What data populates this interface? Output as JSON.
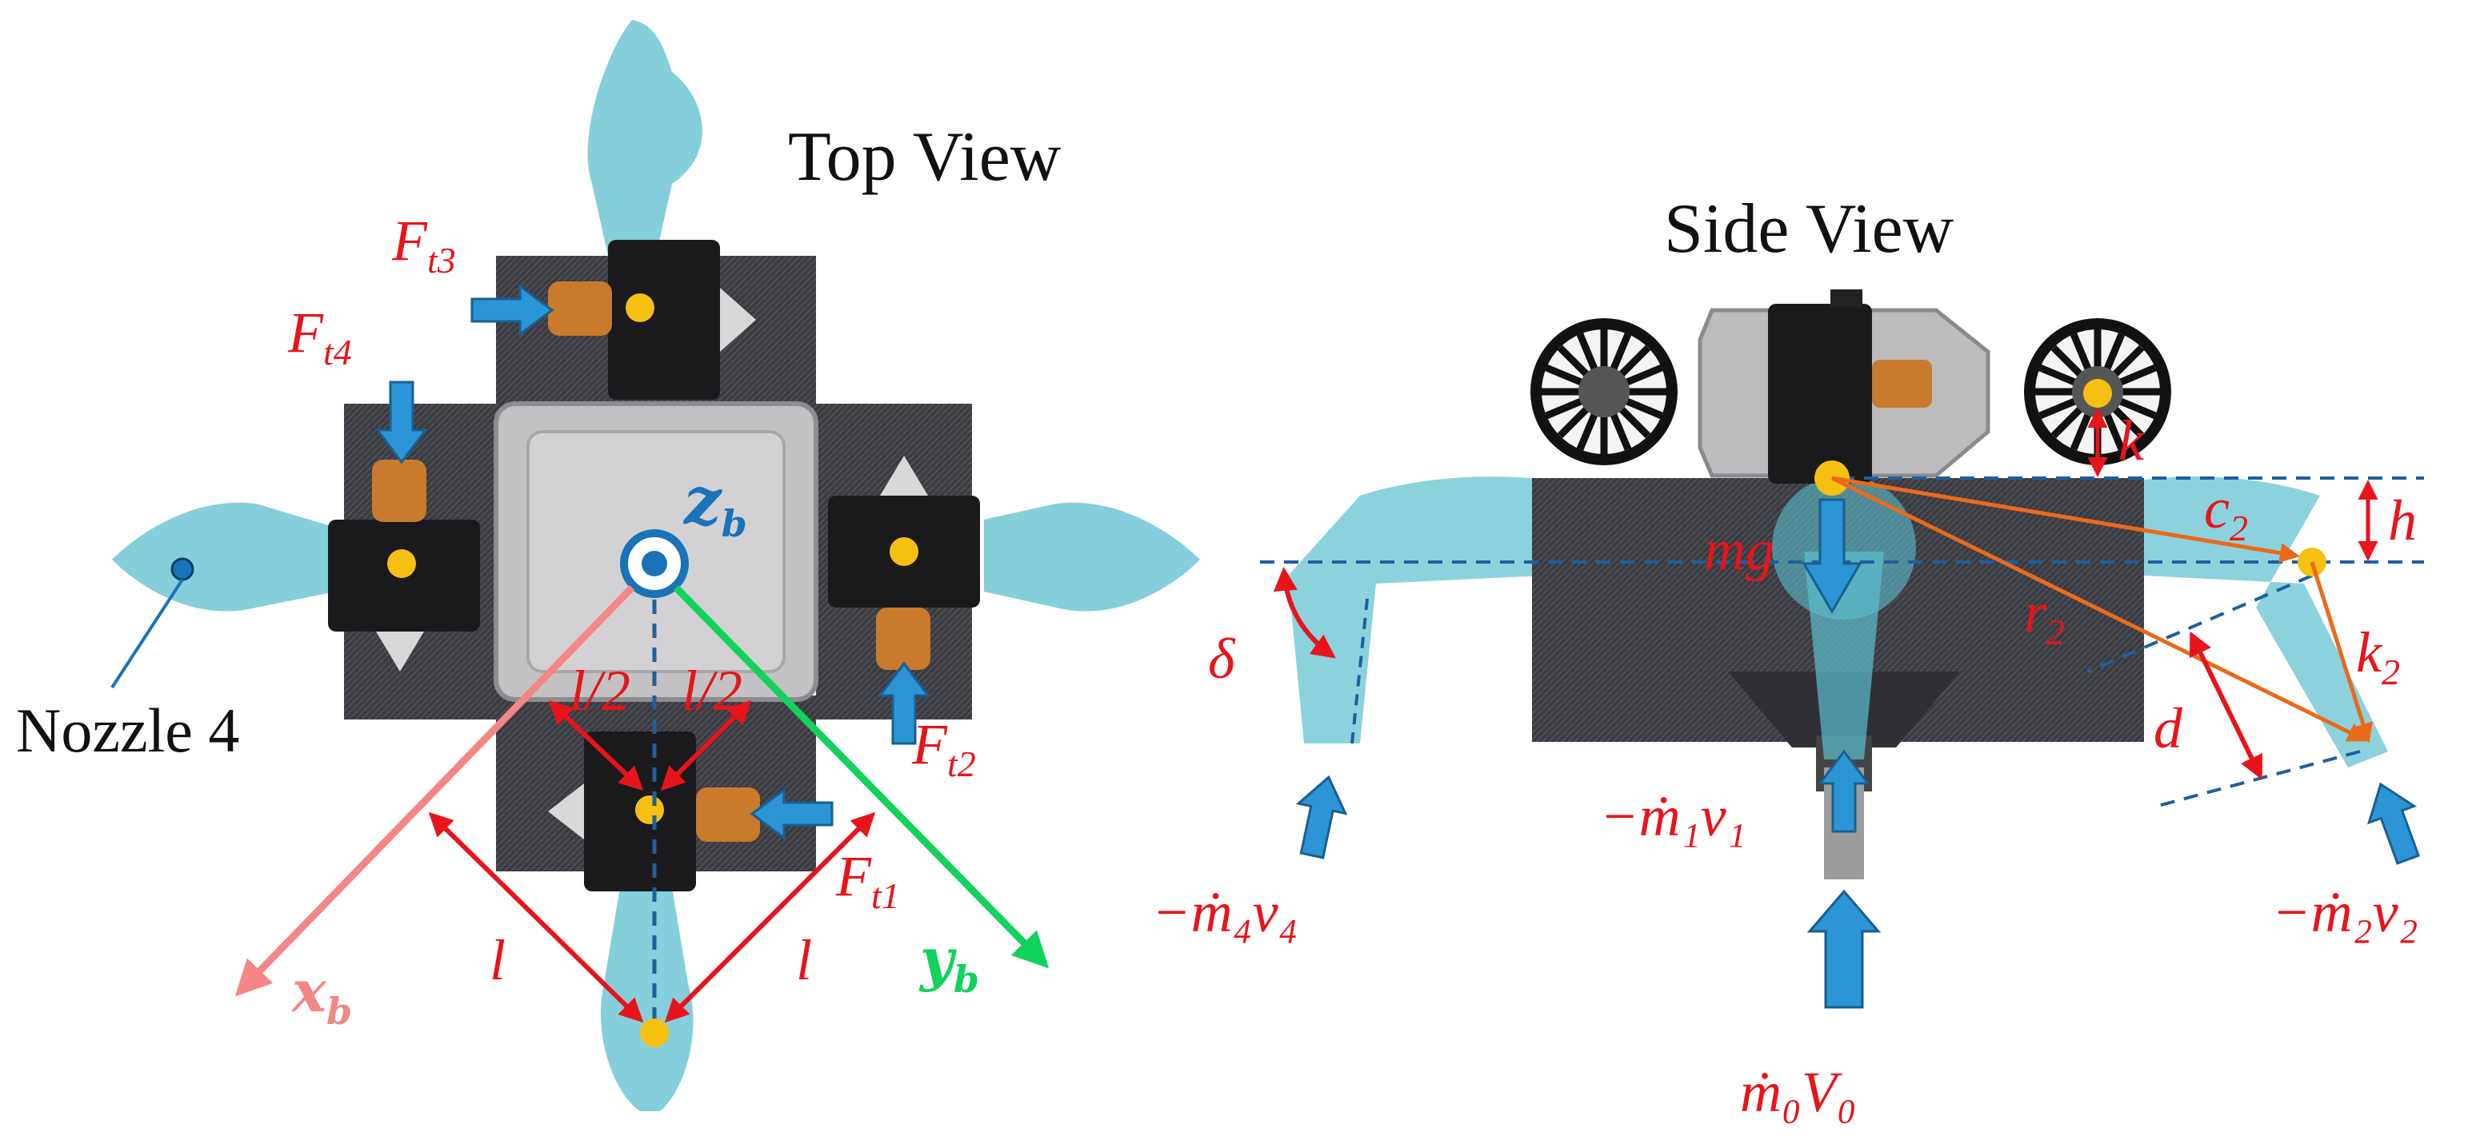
{
  "top_view": {
    "title": "Top View",
    "nozzle_label": "Nozzle 4",
    "thrust_labels": [
      {
        "main": "F",
        "sub": "t1"
      },
      {
        "main": "F",
        "sub": "t2"
      },
      {
        "main": "F",
        "sub": "t3"
      },
      {
        "main": "F",
        "sub": "t4"
      }
    ],
    "axis_labels": {
      "x": {
        "main": "x",
        "sub": "b"
      },
      "y": {
        "main": "y",
        "sub": "b"
      },
      "z": {
        "main": "z",
        "sub": "b"
      }
    },
    "dimension_labels": {
      "half_left": "l/2",
      "half_right": "l/2",
      "full_left": "l",
      "full_right": "l"
    }
  },
  "side_view": {
    "title": "Side View",
    "labels": {
      "k": "k",
      "h": "h",
      "c2": {
        "main": "c",
        "sub": "2"
      },
      "r2": {
        "main": "r",
        "sub": "2"
      },
      "k2": {
        "main": "k",
        "sub": "2"
      },
      "d": "d",
      "mg": "mg",
      "delta": "δ"
    },
    "flow_labels": {
      "m1v1": "−ṁ₁v₁",
      "m2v2": "−ṁ₂v₂",
      "m4v4": "−ṁ₄v₄",
      "m0V0": "ṁ₀V₀"
    }
  },
  "colors": {
    "nozzle": "#5bbfcf",
    "body_dark": "#3a3a40",
    "cover": "#c2c2c4",
    "label_red": "#e8141b",
    "axis_blue": "#1a73b8",
    "arrow_blue": "#2b95d6",
    "x_axis": "#f48686",
    "y_axis": "#11d25c",
    "geometry": "#ea6a1a",
    "center_dot": "#f5c011"
  }
}
